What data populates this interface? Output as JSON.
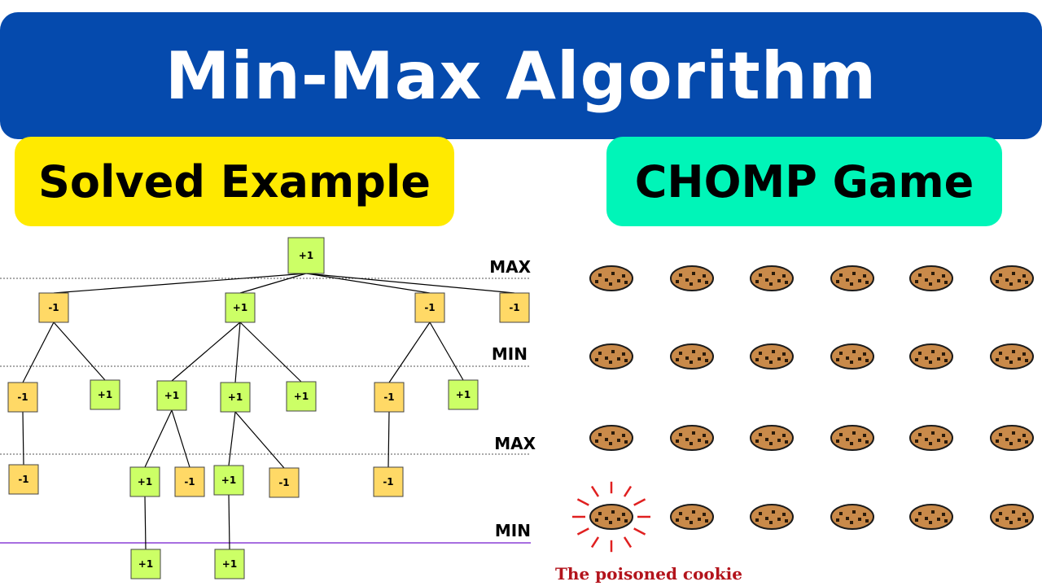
{
  "banner": {
    "title": "Min-Max Algorithm",
    "color": "#054aad"
  },
  "left_pill": {
    "label": "Solved Example",
    "color": "#ffea00"
  },
  "right_pill": {
    "label": "CHOMP Game",
    "color": "#00f5b8"
  },
  "tree": {
    "levels": [
      "MAX",
      "MIN",
      "MAX",
      "MIN"
    ],
    "win_color": "#ccff66",
    "lose_color": "#ffd966",
    "nodes": [
      {
        "id": "root",
        "label": "+1"
      },
      {
        "id": "a",
        "label": "-1"
      },
      {
        "id": "b",
        "label": "+1"
      },
      {
        "id": "c",
        "label": "-1"
      },
      {
        "id": "d",
        "label": "-1"
      },
      {
        "id": "a1",
        "label": "-1"
      },
      {
        "id": "a2",
        "label": "+1"
      },
      {
        "id": "b1",
        "label": "+1"
      },
      {
        "id": "b2",
        "label": "+1"
      },
      {
        "id": "b3",
        "label": "+1"
      },
      {
        "id": "c1",
        "label": "-1"
      },
      {
        "id": "c2",
        "label": "+1"
      },
      {
        "id": "a1a",
        "label": "-1"
      },
      {
        "id": "b1a",
        "label": "+1"
      },
      {
        "id": "b1b",
        "label": "-1"
      },
      {
        "id": "b2a",
        "label": "+1"
      },
      {
        "id": "b2b",
        "label": "-1"
      },
      {
        "id": "c1a",
        "label": "-1"
      },
      {
        "id": "b1aa",
        "label": "+1"
      },
      {
        "id": "b2aa",
        "label": "+1"
      }
    ],
    "edges": [
      [
        "root",
        "a"
      ],
      [
        "root",
        "b"
      ],
      [
        "root",
        "c"
      ],
      [
        "root",
        "d"
      ],
      [
        "a",
        "a1"
      ],
      [
        "a",
        "a2"
      ],
      [
        "b",
        "b1"
      ],
      [
        "b",
        "b2"
      ],
      [
        "b",
        "b3"
      ],
      [
        "c",
        "c1"
      ],
      [
        "c",
        "c2"
      ],
      [
        "a1",
        "a1a"
      ],
      [
        "b1",
        "b1a"
      ],
      [
        "b1",
        "b1b"
      ],
      [
        "b2",
        "b2a"
      ],
      [
        "b2",
        "b2b"
      ],
      [
        "c1",
        "c1a"
      ],
      [
        "b1a",
        "b1aa"
      ],
      [
        "b2a",
        "b2aa"
      ]
    ]
  },
  "chomp": {
    "rows": 4,
    "cols": 6,
    "poisoned_label": "The poisoned cookie",
    "poison_color": "#e02020"
  }
}
